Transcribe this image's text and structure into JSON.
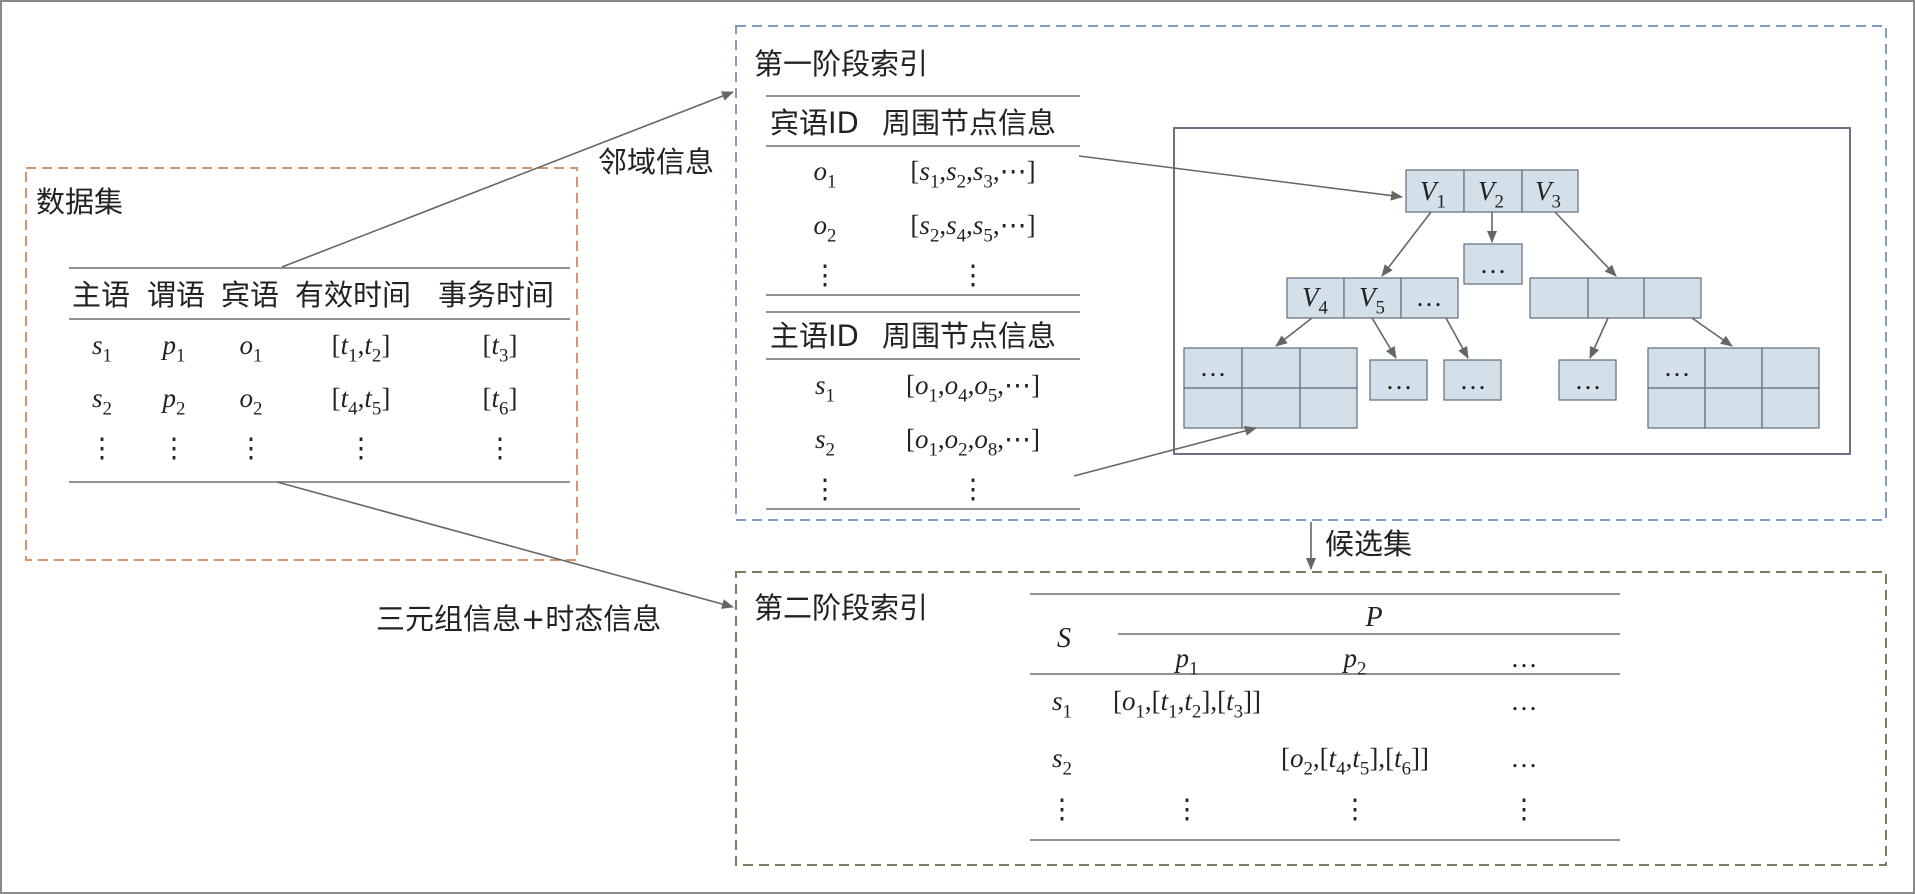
{
  "labels": {
    "dataset": "数据集",
    "stage1": "第一阶段索引",
    "stage2": "第二阶段索引",
    "neighborhood": "邻域信息",
    "triple_temporal": "三元组信息+时态信息",
    "candidate_set": "候选集"
  },
  "dataset_table": {
    "headers": [
      "主语",
      "谓语",
      "宾语",
      "有效时间",
      "事务时间"
    ],
    "rows": [
      [
        "s1",
        "p1",
        "o1",
        "[t1,t2]",
        "[t3]"
      ],
      [
        "s2",
        "p2",
        "o2",
        "[t4,t5]",
        "[t6]"
      ],
      [
        "⋮",
        "⋮",
        "⋮",
        "⋮",
        "⋮"
      ]
    ]
  },
  "object_index": {
    "headers": [
      "宾语ID",
      "周围节点信息"
    ],
    "rows": [
      [
        "o1",
        "[s1,s2,s3,⋯]"
      ],
      [
        "o2",
        "[s2,s4,s5,⋯]"
      ],
      [
        "⋮",
        "⋮"
      ]
    ]
  },
  "subject_index": {
    "headers": [
      "主语ID",
      "周围节点信息"
    ],
    "rows": [
      [
        "s1",
        "[o1,o4,o5,⋯]"
      ],
      [
        "s2",
        "[o1,o2,o8,⋯]"
      ],
      [
        "⋮",
        "⋮"
      ]
    ]
  },
  "tree": {
    "root": [
      "V1",
      "V2",
      "V3"
    ],
    "level2_left": [
      "V4",
      "V5",
      "…"
    ],
    "ellipsis": "…"
  },
  "stage2_table": {
    "row_header": "S",
    "col_header": "P",
    "sub_headers": [
      "p1",
      "p2",
      "…"
    ],
    "rows": [
      [
        "s1",
        "[o1,[t1,t2],[t3]]",
        "",
        "…"
      ],
      [
        "s2",
        "",
        "[o2,[t4,t5],[t6]]",
        "…"
      ],
      [
        "⋮",
        "⋮",
        "⋮",
        "⋮"
      ]
    ]
  },
  "colors": {
    "dataset_border": "#d4956a",
    "stage1_border": "#7f9cc4",
    "stage2_border": "#7a7f62",
    "node_fill": "#d3e0ea"
  }
}
